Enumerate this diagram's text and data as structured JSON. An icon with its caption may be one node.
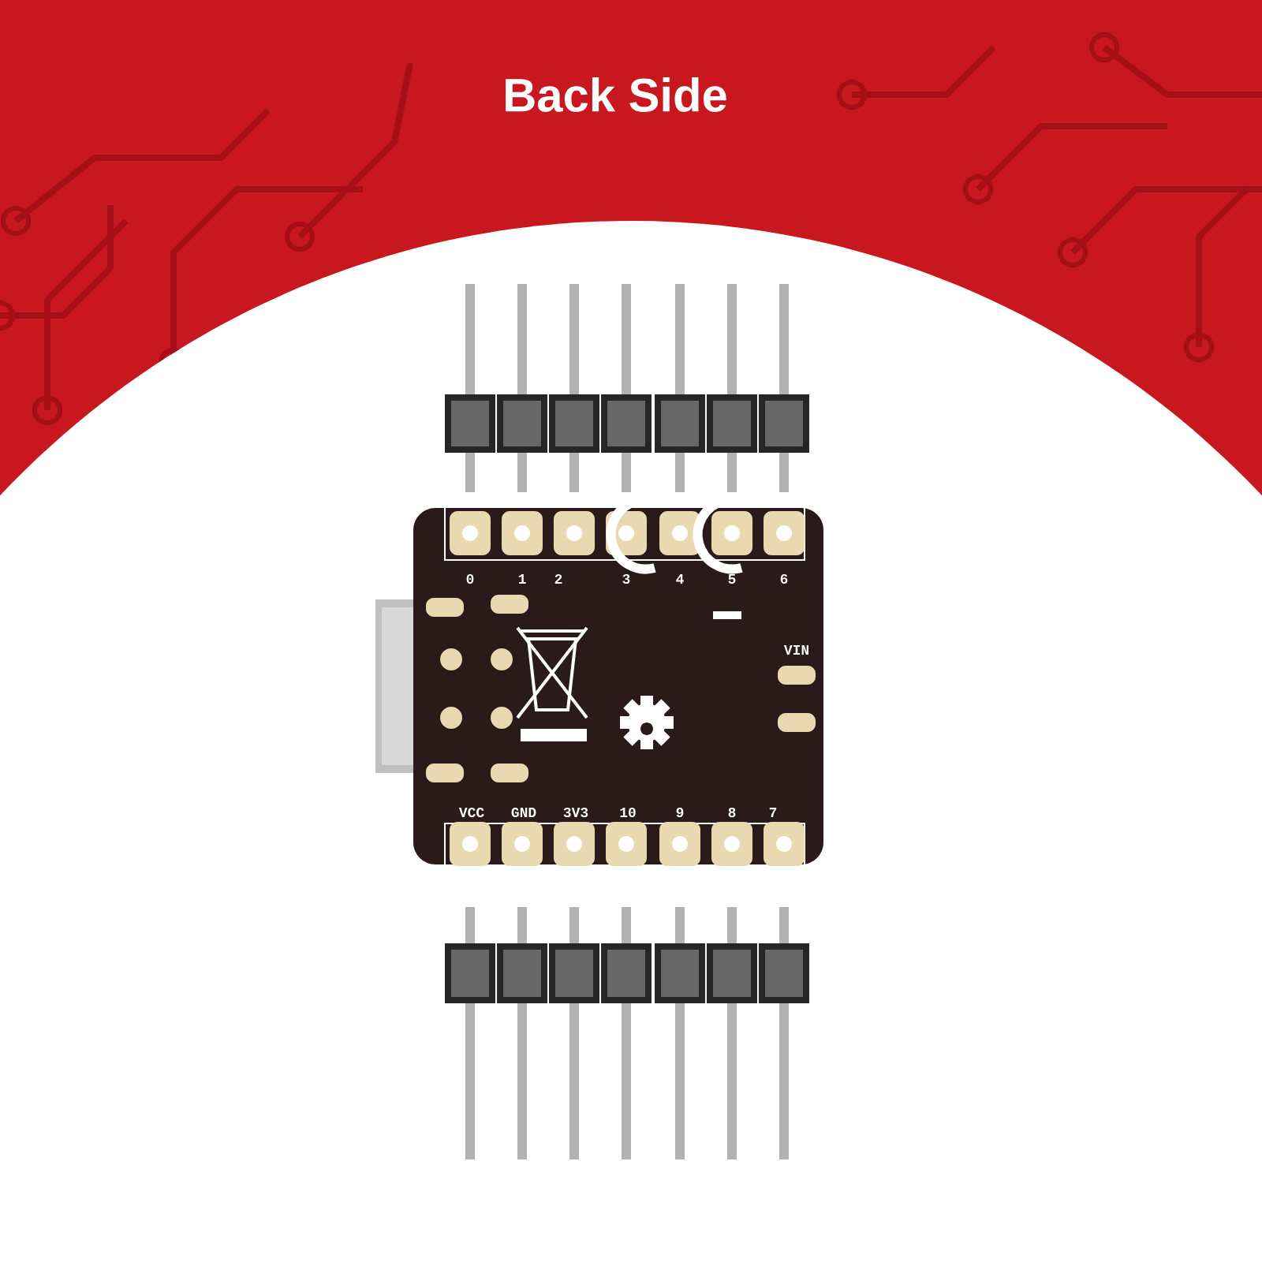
{
  "diagram": {
    "title": "Back Side",
    "labels": [
      "0",
      "1",
      "2",
      "3",
      "4",
      "5",
      "6",
      "VIN",
      "VCC",
      "GND",
      "3V3",
      "10",
      "9",
      "8",
      "7"
    ]
  }
}
